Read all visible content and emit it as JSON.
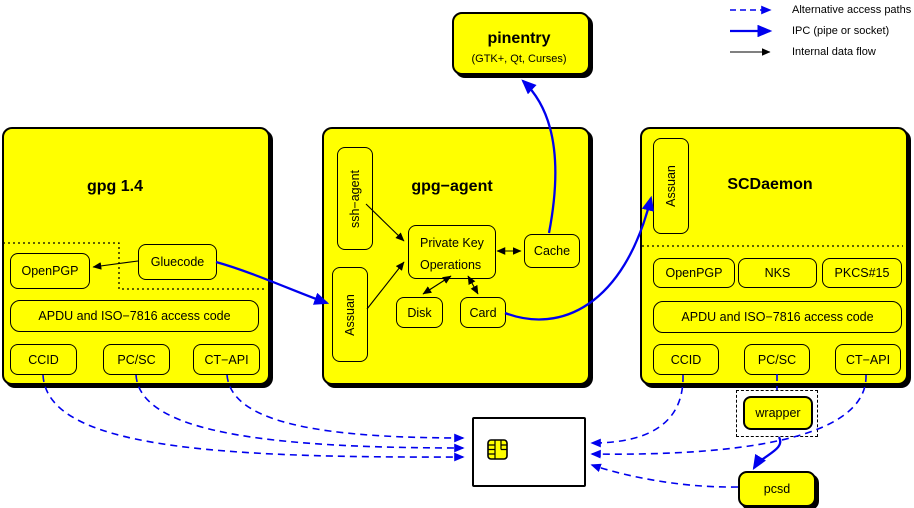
{
  "colors": {
    "box_fill": "#ffff00",
    "line_blue": "#0000ee",
    "border": "#000000",
    "card_fill": "#ffffff"
  },
  "legend": {
    "items": [
      {
        "label": "Alternative access paths"
      },
      {
        "label": "IPC (pipe or socket)"
      },
      {
        "label": "Internal data flow"
      }
    ]
  },
  "pinentry": {
    "title": "pinentry",
    "subtitle": "(GTK+, Qt, Curses)"
  },
  "gpg14": {
    "title": "gpg 1.4",
    "gluecode": "Gluecode",
    "openpgp": "OpenPGP",
    "apdu": "APDU and ISO−7816 access code",
    "ccid": "CCID",
    "pcsc": "PC/SC",
    "ctapi": "CT−API"
  },
  "gpg_agent": {
    "title": "gpg−agent",
    "ssh_agent": "ssh−agent",
    "assuan": "Assuan",
    "private_key_line1": "Private Key",
    "private_key_line2": "Operations",
    "cache": "Cache",
    "disk": "Disk",
    "card": "Card"
  },
  "scdaemon": {
    "title": "SCDaemon",
    "assuan": "Assuan",
    "openpgp": "OpenPGP",
    "nks": "NKS",
    "pkcs15": "PKCS#15",
    "apdu": "APDU and ISO−7816 access code",
    "ccid": "CCID",
    "pcsc": "PC/SC",
    "ctapi": "CT−API"
  },
  "external": {
    "wrapper": "wrapper",
    "pcsd": "pcsd"
  }
}
